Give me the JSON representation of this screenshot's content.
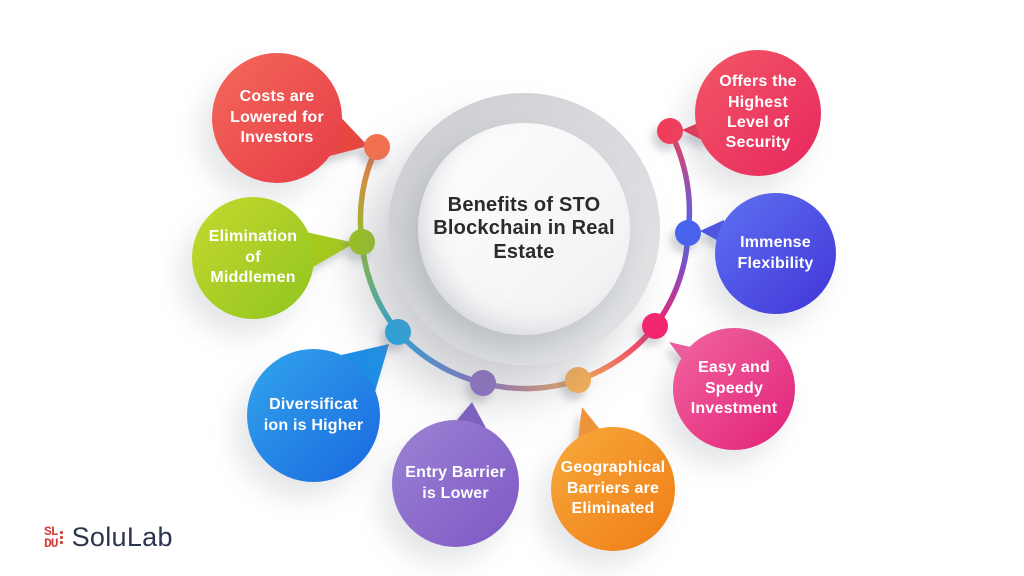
{
  "title": "Benefits of STO\nBlockchain in Real\nEstate",
  "bubbles": [
    {
      "name": "costs-lowered",
      "label": "Costs are\nLowered for\nInvestors",
      "start": "#F4695A",
      "end": "#E63B47",
      "tail": "#E9473F"
    },
    {
      "name": "elimination-middlemen",
      "label": "Elimination\nof\nMiddlemen",
      "start": "#C6D92F",
      "end": "#90C41F",
      "tail": "#A6CB1E"
    },
    {
      "name": "diversification-higher",
      "label": "Diversificat\nion is Higher",
      "start": "#33A5EC",
      "end": "#1968DF",
      "tail": "#1E8FE8"
    },
    {
      "name": "entry-barrier-lower",
      "label": "Entry Barrier\nis Lower",
      "start": "#9B83D3",
      "end": "#7E57C5",
      "tail": "#7F60C2"
    },
    {
      "name": "geographical-barriers",
      "label": "Geographical\nBarriers are\nEliminated",
      "start": "#F7A93C",
      "end": "#EF7D15",
      "tail": "#F0953B"
    },
    {
      "name": "easy-speedy-investment",
      "label": "Easy and\nSpeedy\nInvestment",
      "start": "#F2669F",
      "end": "#E22179",
      "tail": "#F05C9C"
    },
    {
      "name": "immense-flexibility",
      "label": "Immense\nFlexibility",
      "start": "#5E72F2",
      "end": "#4234D8",
      "tail": "#4B52E5"
    },
    {
      "name": "highest-security",
      "label": "Offers the\nHighest\nLevel of\nSecurity",
      "start": "#F25765",
      "end": "#E7275F",
      "tail": "#E93356"
    }
  ],
  "dots": [
    {
      "name": "dot-costs",
      "color": "#F4714D"
    },
    {
      "name": "dot-elimination",
      "color": "#9BC71F"
    },
    {
      "name": "dot-diversification",
      "color": "#1BA9E9"
    },
    {
      "name": "dot-entry",
      "color": "#8E70C8"
    },
    {
      "name": "dot-geographical",
      "color": "#F6AE54"
    },
    {
      "name": "dot-easy",
      "color": "#F3256F"
    },
    {
      "name": "dot-immense",
      "color": "#4A63EE"
    },
    {
      "name": "dot-security",
      "color": "#F23D5D"
    }
  ],
  "logo": {
    "text": "SoluLab",
    "icon_line1": "SL",
    "icon_line2": "DU",
    "icon_color": "#D2413C",
    "text_color": "#2C3550"
  },
  "colors": {
    "center_ring": "#D6D8DB",
    "center_face": "#FBFBFC",
    "title_text": "#2B2B2D",
    "background": "#FFFFFF"
  }
}
